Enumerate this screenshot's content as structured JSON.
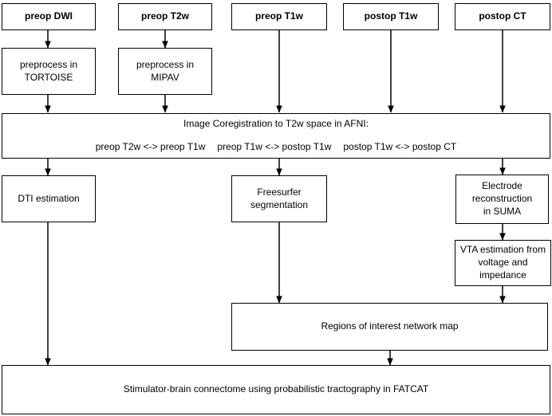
{
  "diagram": {
    "type": "flowchart",
    "colors": {
      "background": "#ffffff",
      "border": "#000000",
      "text": "#000000",
      "arrow": "#000000"
    }
  },
  "nodes": {
    "preop_dwi": {
      "label": "preop DWI"
    },
    "preop_t2w": {
      "label": "preop T2w"
    },
    "preop_t1w": {
      "label": "preop T1w"
    },
    "postop_t1w": {
      "label": "postop T1w"
    },
    "postop_ct": {
      "label": "postop CT"
    },
    "tortoise": {
      "lines": [
        "preprocess in",
        "TORTOISE"
      ]
    },
    "mipav": {
      "lines": [
        "preprocess in",
        "MIPAV"
      ]
    },
    "coreg": {
      "title": "Image Coregistration to T2w space in AFNI:",
      "pairs": [
        "preop T2w <-> preop T1w",
        "preop T1w <-> postop T1w",
        "postop T1w <-> postop CT"
      ]
    },
    "dti": {
      "label": "DTI estimation"
    },
    "freesurfer": {
      "lines": [
        "Freesurfer",
        "segmentation"
      ]
    },
    "electrode": {
      "lines": [
        "Electrode",
        "reconstruction",
        "in SUMA"
      ]
    },
    "vta": {
      "lines": [
        "VTA estimation from",
        "voltage and",
        "impedance"
      ]
    },
    "regions": {
      "label": "Regions of interest network map"
    },
    "stimulator": {
      "label": "Stimulator-brain connectome using probabilistic tractography in FATCAT"
    }
  }
}
